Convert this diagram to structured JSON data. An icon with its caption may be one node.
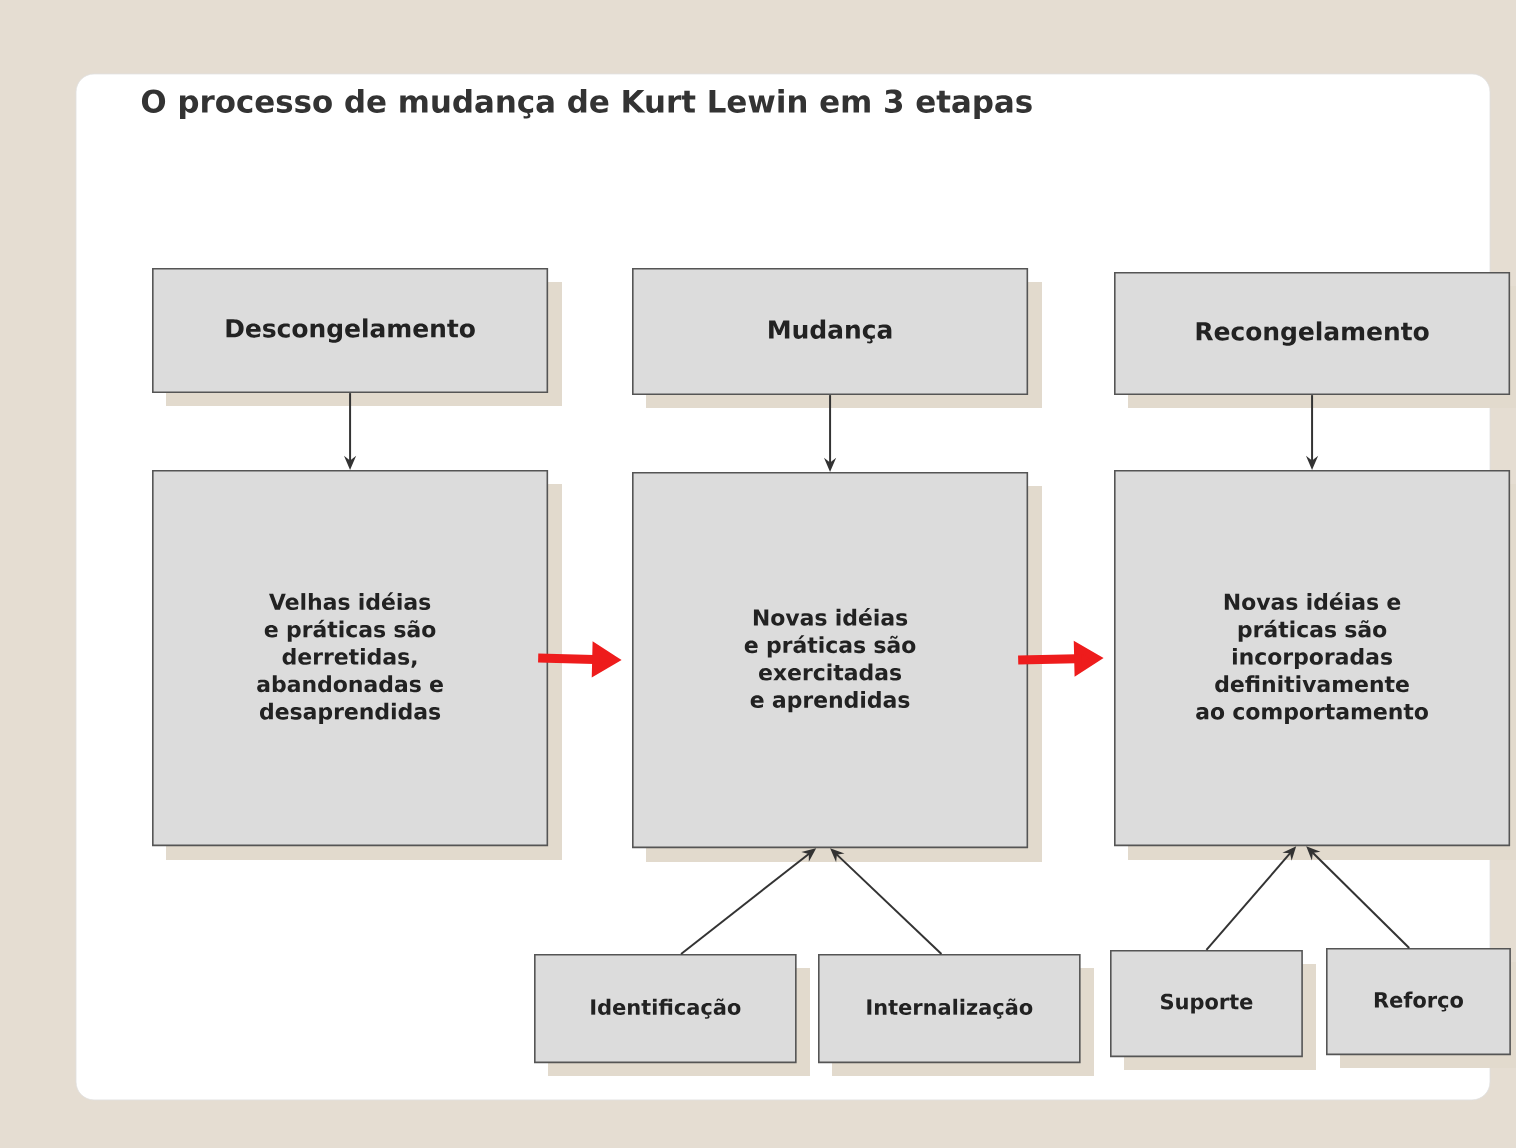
{
  "diagram": {
    "title": "O processo de mudança de Kurt Lewin em 3 etapas",
    "nodes": [
      {
        "text": [
          "Descongelamento"
        ]
      },
      {
        "text": [
          "Mudança"
        ]
      },
      {
        "text": [
          "Recongelamento"
        ]
      },
      {
        "text": [
          "Velhas idéias e práticas são derretidas, abandonadas e desaprendidas"
        ]
      },
      {
        "text": [
          "Novas idéias e práticas são exercitadas e aprendidas"
        ]
      },
      {
        "text": [
          "Novas idéias e práticas são incorporadas definitivamente ao comportamento"
        ]
      },
      {
        "text": [
          "Identificação"
        ]
      },
      {
        "text": [
          "Internalização"
        ]
      },
      {
        "text": [
          "Suporte"
        ]
      },
      {
        "text": [
          "Reforço"
        ]
      }
    ],
    "edges": [
      {
        "from": 0,
        "to": 3,
        "arrow": "to"
      },
      {
        "from": 1,
        "to": 4,
        "arrow": "to"
      },
      {
        "from": 2,
        "to": 5,
        "arrow": "to"
      },
      {
        "from": 3,
        "to": 4,
        "arrow": "to",
        "style": "thick",
        "color": "#ee1c1c"
      },
      {
        "from": 4,
        "to": 5,
        "arrow": "to",
        "style": "thick",
        "color": "#ee1c1c"
      },
      {
        "from": 6,
        "to": 4,
        "arrow": "to"
      },
      {
        "from": 7,
        "to": 4,
        "arrow": "to"
      },
      {
        "from": 8,
        "to": 5,
        "arrow": "to"
      },
      {
        "from": 9,
        "to": 5,
        "arrow": "to"
      }
    ]
  }
}
